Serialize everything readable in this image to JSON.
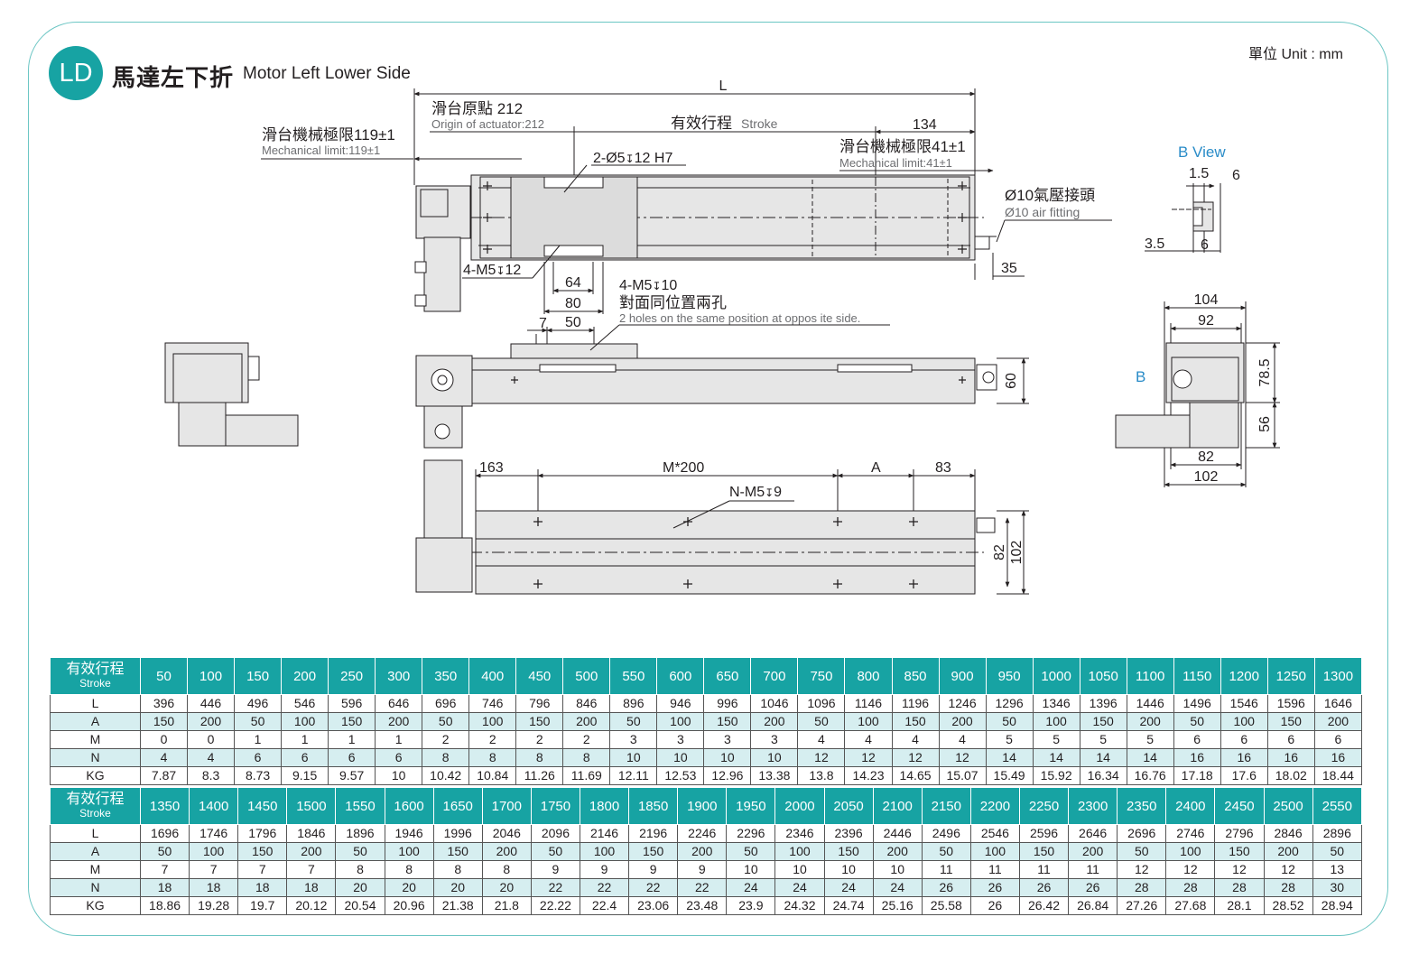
{
  "header": {
    "badge": "LD",
    "title_cn": "馬達左下折",
    "title_en": "Motor Left Lower Side",
    "unit": "單位 Unit : mm"
  },
  "drawing": {
    "dim_L": "L",
    "origin_cn": "滑台原點 212",
    "origin_en": "Origin of actuator:212",
    "mech_limit_left_cn": "滑台機械極限119±1",
    "mech_limit_left_en": "Mechanical limit:119±1",
    "stroke_cn": "有效行程",
    "stroke_en": "Stroke",
    "dim_134": "134",
    "mech_limit_right_cn": "滑台機械極限41±1",
    "mech_limit_right_en": "Mechanical limit:41±1",
    "hole_2": "2-Ø5",
    "hole_2_depth": "12 H7",
    "air_fitting_cn": "Ø10氣壓接頭",
    "air_fitting_en": "Ø10 air fitting",
    "b_view": "B View",
    "bv_1_5": "1.5",
    "bv_6a": "6",
    "bv_3_5": "3.5",
    "bv_6b": "6",
    "hole_4_m5_12a": "4-M5",
    "hole_4_m5_12b": "12",
    "dim_64": "64",
    "dim_80": "80",
    "dim_35": "35",
    "hole_4_m5_10a": "4-M5",
    "hole_4_m5_10b": "10",
    "same_pos_cn": "對面同位置兩孔",
    "same_pos_en": "2 holes on the same position at oppos ite side.",
    "dim_7": "7",
    "dim_50": "50",
    "dim_60": "60",
    "dim_104": "104",
    "dim_92": "92",
    "dim_78_5": "78.5",
    "dim_56": "56",
    "b_mark": "B",
    "dim_82_side": "82",
    "dim_102_side": "102",
    "dim_163": "163",
    "dim_m200": "M*200",
    "dim_A": "A",
    "dim_83": "83",
    "hole_n": "N-M5",
    "hole_n_depth": "9",
    "dim_82_bottom": "82",
    "dim_102_bottom": "102"
  },
  "table1": {
    "head_cn": "有效行程",
    "head_en": "Stroke",
    "strokes": [
      "50",
      "100",
      "150",
      "200",
      "250",
      "300",
      "350",
      "400",
      "450",
      "500",
      "550",
      "600",
      "650",
      "700",
      "750",
      "800",
      "850",
      "900",
      "950",
      "1000",
      "1050",
      "1100",
      "1150",
      "1200",
      "1250",
      "1300"
    ],
    "rows": [
      {
        "label": "L",
        "values": [
          "396",
          "446",
          "496",
          "546",
          "596",
          "646",
          "696",
          "746",
          "796",
          "846",
          "896",
          "946",
          "996",
          "1046",
          "1096",
          "1146",
          "1196",
          "1246",
          "1296",
          "1346",
          "1396",
          "1446",
          "1496",
          "1546",
          "1596",
          "1646"
        ]
      },
      {
        "label": "A",
        "values": [
          "150",
          "200",
          "50",
          "100",
          "150",
          "200",
          "50",
          "100",
          "150",
          "200",
          "50",
          "100",
          "150",
          "200",
          "50",
          "100",
          "150",
          "200",
          "50",
          "100",
          "150",
          "200",
          "50",
          "100",
          "150",
          "200"
        ]
      },
      {
        "label": "M",
        "values": [
          "0",
          "0",
          "1",
          "1",
          "1",
          "1",
          "2",
          "2",
          "2",
          "2",
          "3",
          "3",
          "3",
          "3",
          "4",
          "4",
          "4",
          "4",
          "5",
          "5",
          "5",
          "5",
          "6",
          "6",
          "6",
          "6"
        ]
      },
      {
        "label": "N",
        "values": [
          "4",
          "4",
          "6",
          "6",
          "6",
          "6",
          "8",
          "8",
          "8",
          "8",
          "10",
          "10",
          "10",
          "10",
          "12",
          "12",
          "12",
          "12",
          "14",
          "14",
          "14",
          "14",
          "16",
          "16",
          "16",
          "16"
        ]
      },
      {
        "label": "KG",
        "values": [
          "7.87",
          "8.3",
          "8.73",
          "9.15",
          "9.57",
          "10",
          "10.42",
          "10.84",
          "11.26",
          "11.69",
          "12.11",
          "12.53",
          "12.96",
          "13.38",
          "13.8",
          "14.23",
          "14.65",
          "15.07",
          "15.49",
          "15.92",
          "16.34",
          "16.76",
          "17.18",
          "17.6",
          "18.02",
          "18.44"
        ]
      }
    ]
  },
  "table2": {
    "head_cn": "有效行程",
    "head_en": "Stroke",
    "strokes": [
      "1350",
      "1400",
      "1450",
      "1500",
      "1550",
      "1600",
      "1650",
      "1700",
      "1750",
      "1800",
      "1850",
      "1900",
      "1950",
      "2000",
      "2050",
      "2100",
      "2150",
      "2200",
      "2250",
      "2300",
      "2350",
      "2400",
      "2450",
      "2500",
      "2550"
    ],
    "rows": [
      {
        "label": "L",
        "values": [
          "1696",
          "1746",
          "1796",
          "1846",
          "1896",
          "1946",
          "1996",
          "2046",
          "2096",
          "2146",
          "2196",
          "2246",
          "2296",
          "2346",
          "2396",
          "2446",
          "2496",
          "2546",
          "2596",
          "2646",
          "2696",
          "2746",
          "2796",
          "2846",
          "2896"
        ]
      },
      {
        "label": "A",
        "values": [
          "50",
          "100",
          "150",
          "200",
          "50",
          "100",
          "150",
          "200",
          "50",
          "100",
          "150",
          "200",
          "50",
          "100",
          "150",
          "200",
          "50",
          "100",
          "150",
          "200",
          "50",
          "100",
          "150",
          "200",
          "50"
        ]
      },
      {
        "label": "M",
        "values": [
          "7",
          "7",
          "7",
          "7",
          "8",
          "8",
          "8",
          "8",
          "9",
          "9",
          "9",
          "9",
          "10",
          "10",
          "10",
          "10",
          "11",
          "11",
          "11",
          "11",
          "12",
          "12",
          "12",
          "12",
          "13"
        ]
      },
      {
        "label": "N",
        "values": [
          "18",
          "18",
          "18",
          "18",
          "20",
          "20",
          "20",
          "20",
          "22",
          "22",
          "22",
          "22",
          "24",
          "24",
          "24",
          "24",
          "26",
          "26",
          "26",
          "26",
          "28",
          "28",
          "28",
          "28",
          "30"
        ]
      },
      {
        "label": "KG",
        "values": [
          "18.86",
          "19.28",
          "19.7",
          "20.12",
          "20.54",
          "20.96",
          "21.38",
          "21.8",
          "22.22",
          "22.4",
          "23.06",
          "23.48",
          "23.9",
          "24.32",
          "24.74",
          "25.16",
          "25.58",
          "26",
          "26.42",
          "26.84",
          "27.26",
          "27.68",
          "28.1",
          "28.52",
          "28.94"
        ]
      }
    ]
  },
  "colors": {
    "teal": "#17a3a3",
    "frame": "#6cc6c4",
    "alt_row": "#d6eef0",
    "drawing_fill": "#e6e6e6",
    "b_view_blue": "#2a8cc8"
  }
}
